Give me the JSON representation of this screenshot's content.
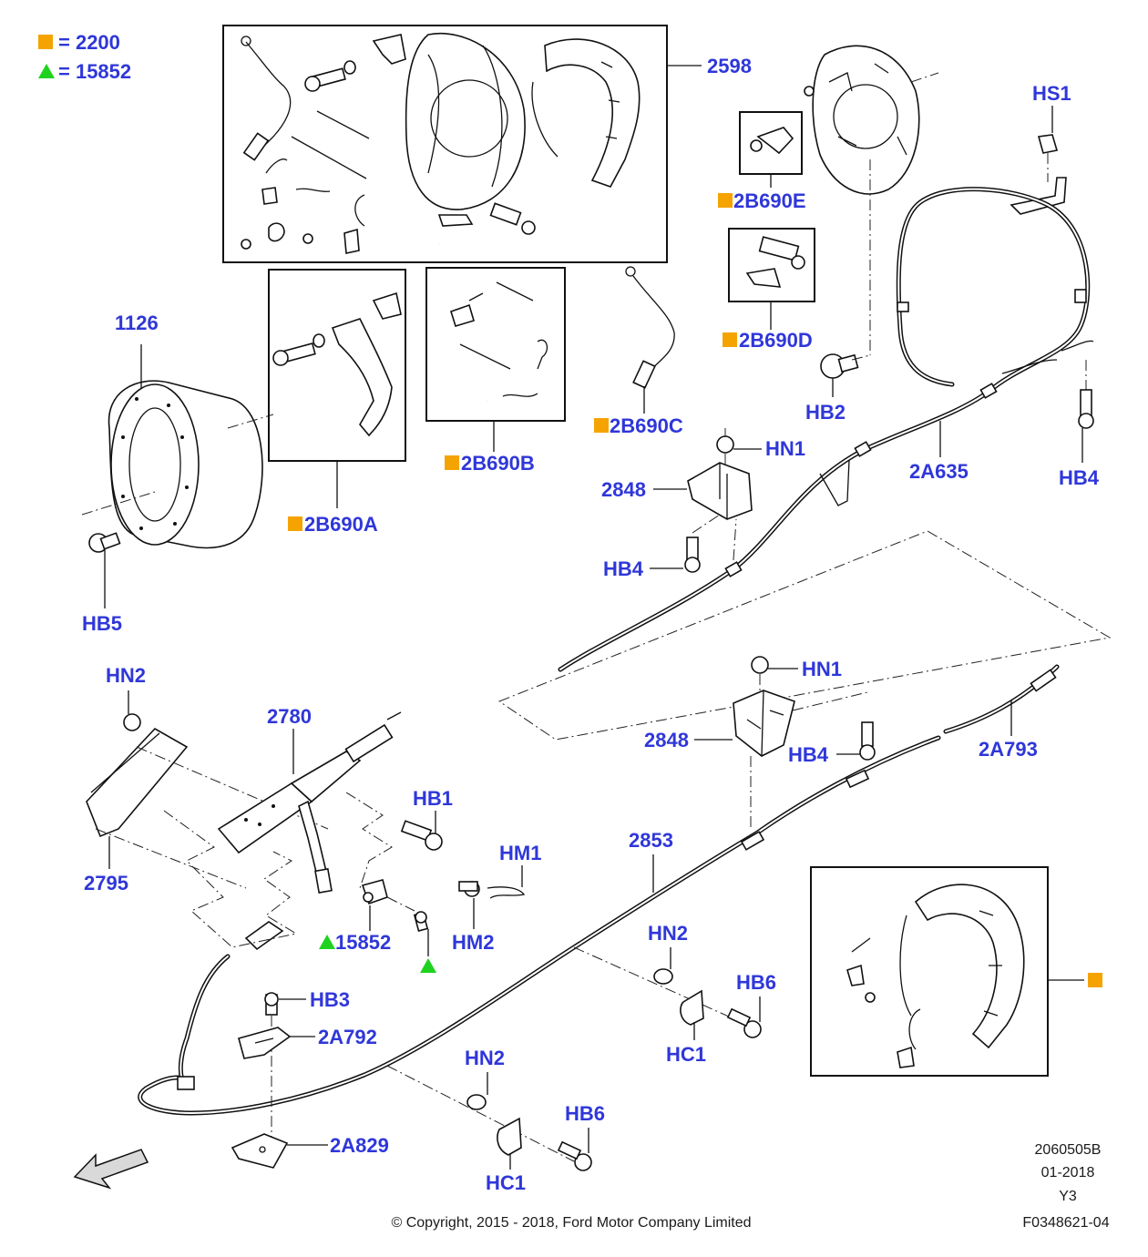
{
  "legend": [
    {
      "symbol": "square",
      "color": "#f5a300",
      "text": "= 2200"
    },
    {
      "symbol": "triangle",
      "color": "#1fd21f",
      "text": "= 15852"
    }
  ],
  "labels": {
    "p2598": "2598",
    "p1126": "1126",
    "p2B690A": "2B690A",
    "p2B690B": "2B690B",
    "p2B690C": "2B690C",
    "p2B690D": "2B690D",
    "p2B690E": "2B690E",
    "pHS1": "HS1",
    "pHB2": "HB2",
    "pHN1a": "HN1",
    "p2848a": "2848",
    "pHB4a": "HB4",
    "p2A635": "2A635",
    "pHB4b": "HB4",
    "pHB5": "HB5",
    "pHN2a": "HN2",
    "p2780": "2780",
    "pHB1": "HB1",
    "pHM1": "HM1",
    "p2795": "2795",
    "p15852": "15852",
    "pHM2": "HM2",
    "pHN1b": "HN1",
    "p2848b": "2848",
    "pHB4c": "HB4",
    "p2A793": "2A793",
    "p2853": "2853",
    "pHN2b": "HN2",
    "pHB6a": "HB6",
    "pHC1a": "HC1",
    "pHB3": "HB3",
    "p2A792": "2A792",
    "pHN2c": "HN2",
    "pHB6b": "HB6",
    "p2A829": "2A829",
    "pHC1b": "HC1"
  },
  "footer": {
    "copyright": "© Copyright, 2015 - 2018, Ford Motor Company Limited",
    "code1": "2060505B",
    "code2": "01-2018",
    "code3": "Y3",
    "code4": "F0348621-04"
  },
  "colors": {
    "label": "#2f37d9",
    "square": "#f5a300",
    "triangle": "#1fd21f"
  }
}
